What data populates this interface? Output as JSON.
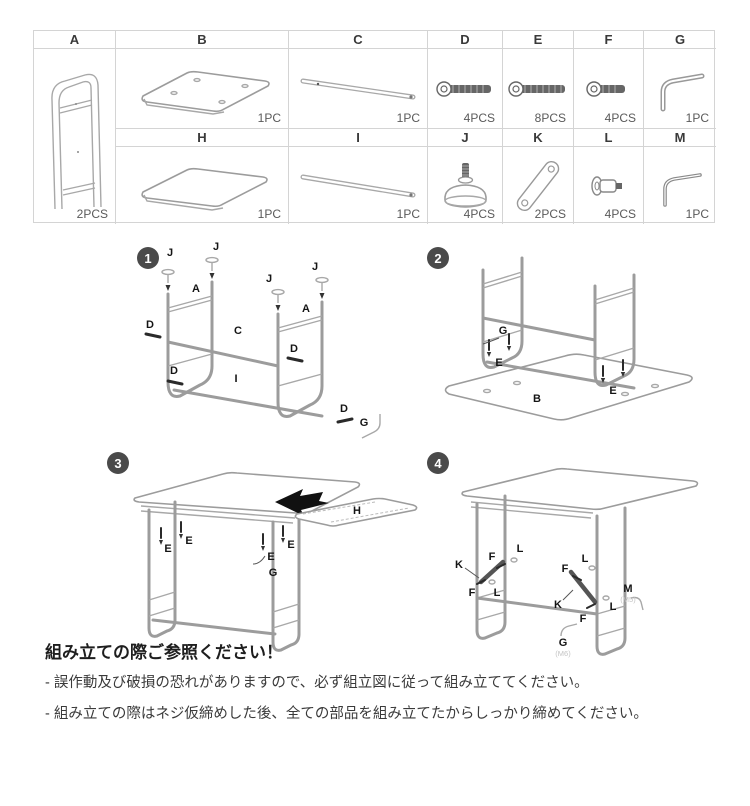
{
  "parts": {
    "a": {
      "id": "A",
      "qty": "2PCS",
      "icon": "side-frame-icon"
    },
    "b": {
      "id": "B",
      "qty": "1PC",
      "icon": "desktop-panel-icon"
    },
    "c": {
      "id": "C",
      "qty": "1PC",
      "icon": "crossbar-rod-icon"
    },
    "d": {
      "id": "D",
      "qty": "4PCS",
      "icon": "long-bolt-icon"
    },
    "e": {
      "id": "E",
      "qty": "8PCS",
      "icon": "long-bolt-icon"
    },
    "f": {
      "id": "F",
      "qty": "4PCS",
      "icon": "short-bolt-icon"
    },
    "g": {
      "id": "G",
      "qty": "1PC",
      "icon": "allen-key-icon"
    },
    "h": {
      "id": "H",
      "qty": "1PC",
      "icon": "shelf-panel-icon"
    },
    "i": {
      "id": "I",
      "qty": "1PC",
      "icon": "crossbar-rod-icon"
    },
    "j": {
      "id": "J",
      "qty": "4PCS",
      "icon": "leveling-foot-icon"
    },
    "k": {
      "id": "K",
      "qty": "2PCS",
      "icon": "brace-strap-icon"
    },
    "l": {
      "id": "L",
      "qty": "4PCS",
      "icon": "small-screw-icon"
    },
    "m": {
      "id": "M",
      "qty": "1PC",
      "icon": "small-allen-key-icon"
    }
  },
  "steps": {
    "s1": {
      "num": "1",
      "j1": "J",
      "j2": "J",
      "j3": "J",
      "j4": "J",
      "a1": "A",
      "a2": "A",
      "d1": "D",
      "d2": "D",
      "d3": "D",
      "d4": "D",
      "c": "C",
      "i": "I",
      "g": "G"
    },
    "s2": {
      "num": "2",
      "g": "G",
      "e1": "E",
      "e2": "E",
      "b": "B"
    },
    "s3": {
      "num": "3",
      "e1": "E",
      "e2": "E",
      "e3": "E",
      "e4": "E",
      "g": "G",
      "h": "H"
    },
    "s4": {
      "num": "4",
      "k1": "K",
      "k2": "K",
      "f1": "F",
      "f2": "F",
      "f3": "F",
      "f4": "F",
      "l1": "L",
      "l2": "L",
      "l3": "L",
      "l4": "L",
      "m": "M",
      "m_size": "(M5)",
      "g": "G",
      "g_size": "(M6)"
    }
  },
  "footer": {
    "heading": "組み立ての際ご参照ください！",
    "notes": [
      "- 誤作動及び破損の恐れがありますので、必ず組立図に従って組み立ててください。",
      "- 組み立ての際はネジ仮締めした後、全ての部品を組み立てたからしっかり締めてください。"
    ]
  },
  "colors": {
    "line": "#9c9c9c",
    "label": "#141414",
    "border": "#d4d4d4",
    "qty_text": "#5a5a5a",
    "step_circle": "#4a4a4a",
    "arrow": "#111111",
    "metal": "#666666"
  }
}
